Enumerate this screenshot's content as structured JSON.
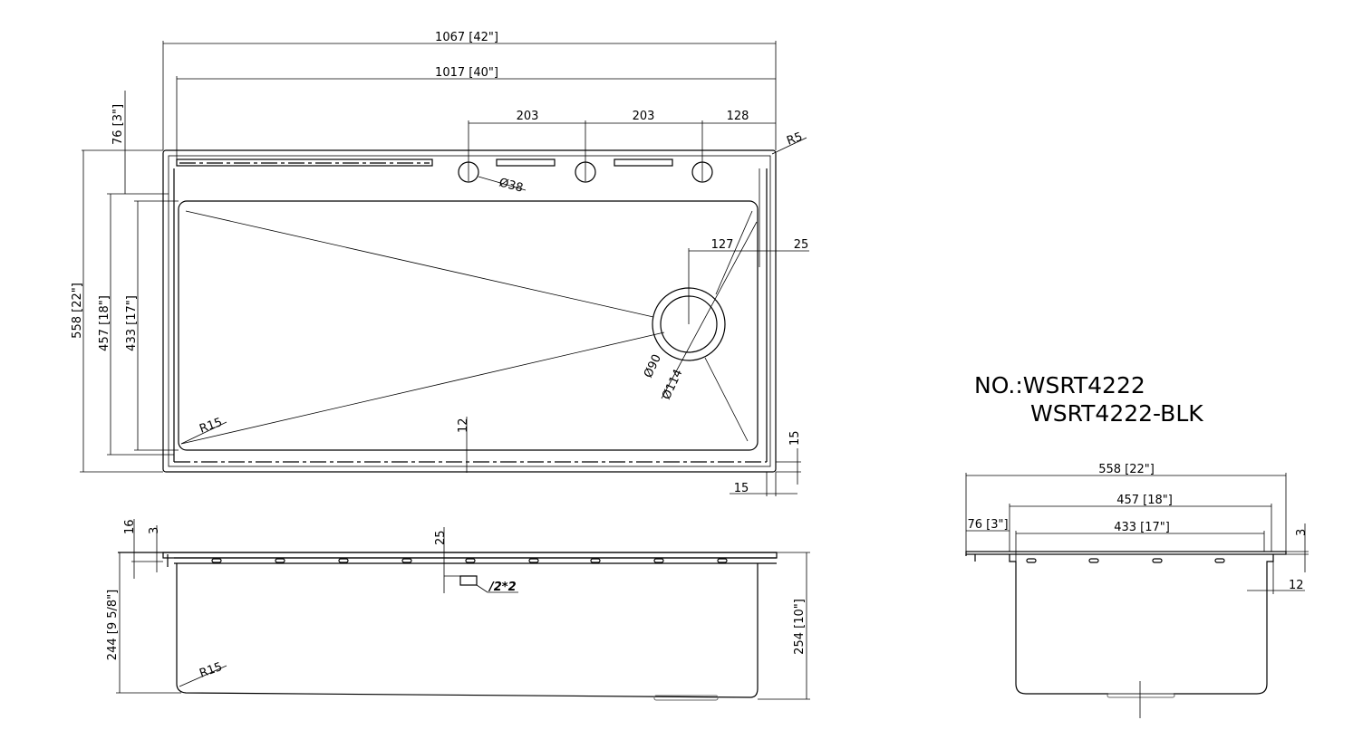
{
  "model": {
    "line1": "NO.:WSRT4222",
    "line2": "WSRT4222-BLK"
  },
  "top_view": {
    "overall_length": "1067 [42\"]",
    "deck_length": "1017 [40\"]",
    "hole_spacing_1": "203",
    "hole_spacing_2": "203",
    "hole_edge": "128",
    "corner_radius": "R5",
    "hole_diameter": "Ø38",
    "drain_offset": "127",
    "drain_edge": "25",
    "deck_depth": "76 [3\"]",
    "overall_width": "558 [22\"]",
    "inner_width": "457 [18\"]",
    "bowl_width": "433 [17\"]",
    "bowl_radius": "R15",
    "ledge": "12",
    "drain_inner": "Ø90",
    "drain_outer": "Ø114",
    "flange_side": "15",
    "flange_bottom": "15"
  },
  "front_view": {
    "flange": "16",
    "thickness": "3",
    "ledge_depth": "25",
    "ledge_note": "/2*2",
    "bowl_depth": "244 [9 5/8\"]",
    "bowl_radius": "R15",
    "total_depth": "254 [10\"]"
  },
  "side_view": {
    "overall_width": "558 [22\"]",
    "inner_width": "457 [18\"]",
    "deck_depth": "76 [3\"]",
    "bowl_width": "433 [17\"]",
    "thickness": "3",
    "ledge": "12"
  }
}
